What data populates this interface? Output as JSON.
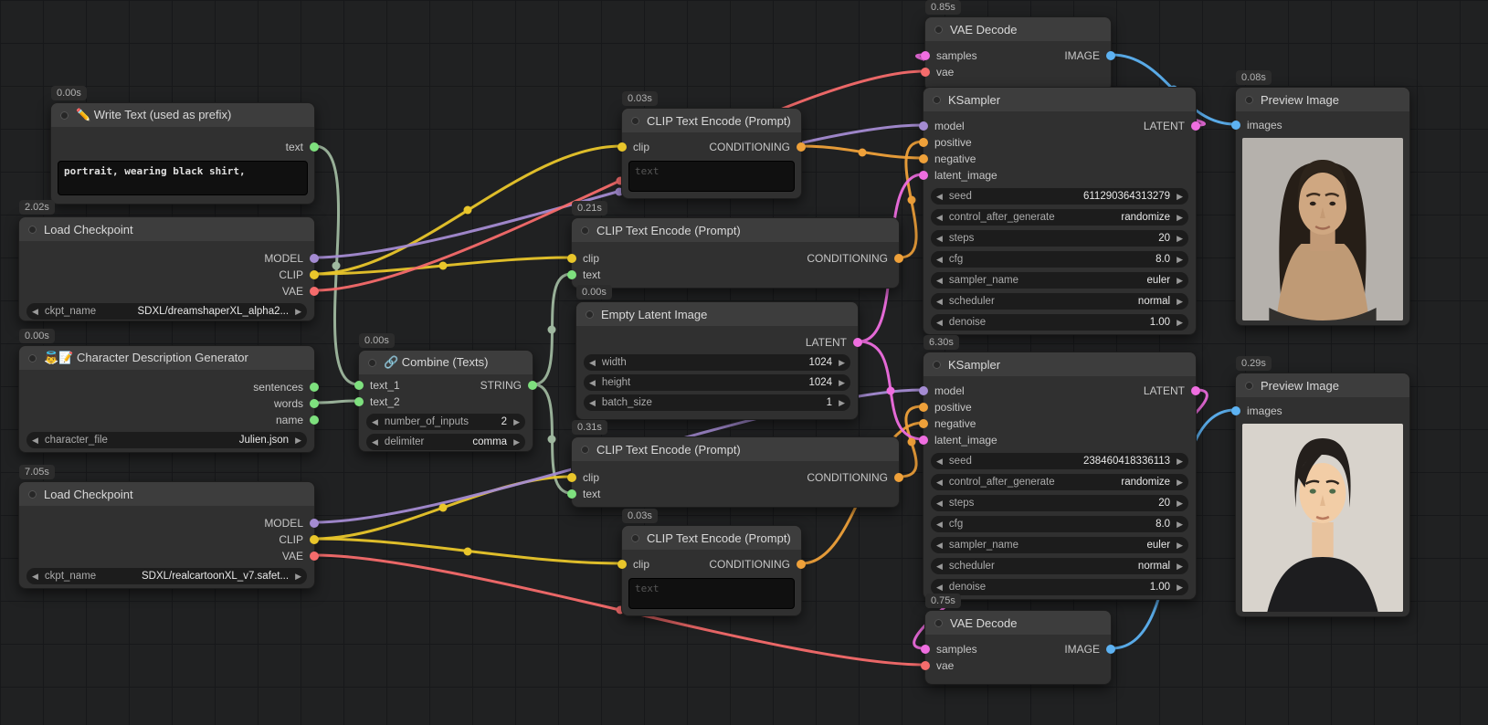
{
  "ui": {
    "arrow_left": "◀",
    "arrow_right": "▶"
  },
  "colors": {
    "model": "#a48bd2",
    "clip": "#e9c62b",
    "vae": "#f56c6c",
    "text": "#7ee07e",
    "text_link": "#9fb89f",
    "conditioning": "#efa13a",
    "latent": "#ef6ee0",
    "image": "#5db2f2"
  },
  "nodes": {
    "write_text": {
      "timing": "0.00s",
      "title": "✏️ Write Text (used as prefix)",
      "outputs": [
        "text"
      ],
      "text_value": "portrait, wearing black shirt,"
    },
    "checkpoint1": {
      "timing": "2.02s",
      "title": "Load Checkpoint",
      "outputs": [
        "MODEL",
        "CLIP",
        "VAE"
      ],
      "widgets": [
        {
          "label": "ckpt_name",
          "value": "SDXL/dreamshaperXL_alpha2..."
        }
      ]
    },
    "character": {
      "timing": "0.00s",
      "title": "👼📝 Character Description Generator",
      "outputs": [
        "sentences",
        "words",
        "name"
      ],
      "widgets": [
        {
          "label": "character_file",
          "value": "Julien.json"
        }
      ]
    },
    "checkpoint2": {
      "timing": "7.05s",
      "title": "Load Checkpoint",
      "outputs": [
        "MODEL",
        "CLIP",
        "VAE"
      ],
      "widgets": [
        {
          "label": "ckpt_name",
          "value": "SDXL/realcartoonXL_v7.safet..."
        }
      ]
    },
    "combine": {
      "timing": "0.00s",
      "title": "🔗 Combine (Texts)",
      "inputs": [
        "text_1",
        "text_2"
      ],
      "outputs": [
        "STRING"
      ],
      "widgets": [
        {
          "label": "number_of_inputs",
          "value": "2"
        },
        {
          "label": "delimiter",
          "value": "comma"
        }
      ]
    },
    "encode_neg1": {
      "timing": "0.03s",
      "title": "CLIP Text Encode (Prompt)",
      "inputs": [
        "clip"
      ],
      "outputs": [
        "CONDITIONING"
      ],
      "placeholder": "text"
    },
    "encode_pos1": {
      "timing": "0.21s",
      "title": "CLIP Text Encode (Prompt)",
      "inputs": [
        "clip",
        "text"
      ],
      "outputs": [
        "CONDITIONING"
      ]
    },
    "empty_latent": {
      "timing": "0.00s",
      "title": "Empty Latent Image",
      "outputs": [
        "LATENT"
      ],
      "widgets": [
        {
          "label": "width",
          "value": "1024"
        },
        {
          "label": "height",
          "value": "1024"
        },
        {
          "label": "batch_size",
          "value": "1"
        }
      ]
    },
    "encode_pos2": {
      "timing": "0.31s",
      "title": "CLIP Text Encode (Prompt)",
      "inputs": [
        "clip",
        "text"
      ],
      "outputs": [
        "CONDITIONING"
      ]
    },
    "encode_neg2": {
      "timing": "0.03s",
      "title": "CLIP Text Encode (Prompt)",
      "inputs": [
        "clip"
      ],
      "outputs": [
        "CONDITIONING"
      ],
      "placeholder": "text"
    },
    "vae_decode1": {
      "timing": "0.85s",
      "title": "VAE Decode",
      "inputs": [
        "samples",
        "vae"
      ],
      "outputs": [
        "IMAGE"
      ]
    },
    "ksampler1": {
      "title": "KSampler",
      "inputs": [
        "model",
        "positive",
        "negative",
        "latent_image"
      ],
      "outputs": [
        "LATENT"
      ],
      "widgets": [
        {
          "label": "seed",
          "value": "611290364313279"
        },
        {
          "label": "control_after_generate",
          "value": "randomize"
        },
        {
          "label": "steps",
          "value": "20"
        },
        {
          "label": "cfg",
          "value": "8.0"
        },
        {
          "label": "sampler_name",
          "value": "euler"
        },
        {
          "label": "scheduler",
          "value": "normal"
        },
        {
          "label": "denoise",
          "value": "1.00"
        }
      ]
    },
    "ksampler2": {
      "timing": "6.30s",
      "title": "KSampler",
      "inputs": [
        "model",
        "positive",
        "negative",
        "latent_image"
      ],
      "outputs": [
        "LATENT"
      ],
      "widgets": [
        {
          "label": "seed",
          "value": "238460418336113"
        },
        {
          "label": "control_after_generate",
          "value": "randomize"
        },
        {
          "label": "steps",
          "value": "20"
        },
        {
          "label": "cfg",
          "value": "8.0"
        },
        {
          "label": "sampler_name",
          "value": "euler"
        },
        {
          "label": "scheduler",
          "value": "normal"
        },
        {
          "label": "denoise",
          "value": "1.00"
        }
      ]
    },
    "vae_decode2": {
      "timing": "0.75s",
      "title": "VAE Decode",
      "inputs": [
        "samples",
        "vae"
      ],
      "outputs": [
        "IMAGE"
      ]
    },
    "preview1": {
      "timing": "0.08s",
      "title": "Preview Image",
      "inputs": [
        "images"
      ]
    },
    "preview2": {
      "timing": "0.29s",
      "title": "Preview Image",
      "inputs": [
        "images"
      ]
    }
  }
}
